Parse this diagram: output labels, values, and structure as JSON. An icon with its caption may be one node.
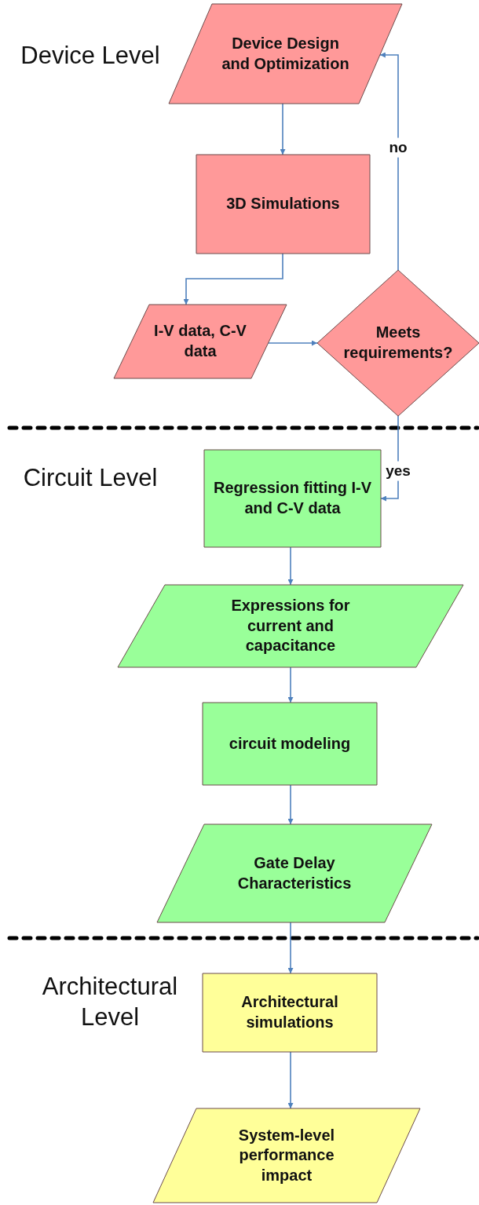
{
  "diagram": {
    "nodes": [
      {
        "text": [
          "Device Design and Optimization"
        ]
      },
      {
        "text": [
          "3D Simulations"
        ]
      },
      {
        "text": [
          "I-V data, C-V data"
        ]
      },
      {
        "text": [
          "Meets requirements?"
        ]
      },
      {
        "text": [
          "Regression fitting I-V and C-V data"
        ]
      },
      {
        "text": [
          "Expressions for current and capacitance"
        ]
      },
      {
        "text": [
          "circuit modeling"
        ]
      },
      {
        "text": [
          "Gate Delay Characteristics"
        ]
      },
      {
        "text": [
          "Architectural simulations"
        ]
      },
      {
        "text": [
          "System-level performance impact"
        ]
      }
    ],
    "edges": [
      {
        "from": 0,
        "to": 1,
        "arrow": "to"
      },
      {
        "from": 1,
        "to": 2,
        "arrow": "to"
      },
      {
        "from": 2,
        "to": 3,
        "arrow": "to"
      },
      {
        "from": 3,
        "to": 0,
        "arrow": "to",
        "label": "no"
      },
      {
        "from": 3,
        "to": 4,
        "arrow": "to",
        "label": "yes"
      },
      {
        "from": 4,
        "to": 5,
        "arrow": "to"
      },
      {
        "from": 5,
        "to": 6,
        "arrow": "to"
      },
      {
        "from": 6,
        "to": 7,
        "arrow": "to"
      },
      {
        "from": 7,
        "to": 8,
        "arrow": "to"
      },
      {
        "from": 8,
        "to": 9,
        "arrow": "to"
      }
    ],
    "labels": [
      "Device Level",
      "Circuit Level",
      "Architectural Level"
    ]
  }
}
